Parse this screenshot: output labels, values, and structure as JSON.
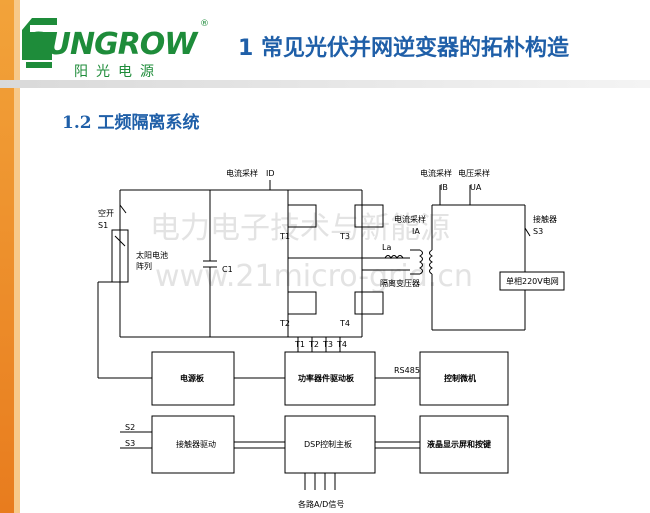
{
  "logo": {
    "brand": "SUNGROW",
    "reg_mark": "®",
    "tagline": "阳光电源"
  },
  "slide_title": "1 常见光伏并网逆变器的拓朴构造",
  "section_title": "1.2 工频隔离系统",
  "watermark": {
    "line1": "电力电子技术与新能源",
    "line2": "www.21micro-grid.cn"
  },
  "diagram": {
    "current_sample_top": "电流采样",
    "id_label": "ID",
    "air_switch": "空开",
    "s1": "S1",
    "pv_array_l1": "太阳电池",
    "pv_array_l2": "阵列",
    "c1": "C1",
    "t1": "T1",
    "t2": "T2",
    "t3": "T3",
    "t4": "T4",
    "current_sample_mid": "电流采样",
    "ia_mid": "IA",
    "la": "La",
    "transformer": "隔离变压器",
    "current_sample_right": "电流采样",
    "voltage_sample_right": "电压采样",
    "ib": "IB",
    "ua": "UA",
    "contactor": "接触器",
    "s3_top": "S3",
    "grid": "单相220V电网",
    "power_board": "电源板",
    "driver_board": "功率器件驱动板",
    "drv_t1": "T1",
    "drv_t2": "T2",
    "drv_t3": "T3",
    "drv_t4": "T4",
    "rs485": "RS485",
    "control_pc": "控制微机",
    "s2": "S2",
    "s3_bottom": "S3",
    "contactor_driver": "接触器驱动",
    "dsp": "DSP控制主板",
    "lcd": "液晶显示屏和按键",
    "ad_signals": "各路A/D信号"
  }
}
